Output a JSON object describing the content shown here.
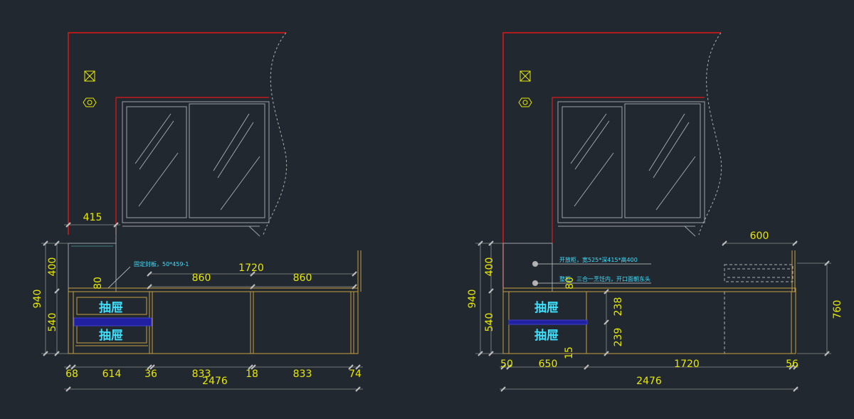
{
  "colors": {
    "background": "#212830",
    "wall": "#e01818",
    "cabinet": "#c8a040",
    "dimension": "#e8e800",
    "label": "#40e0ff",
    "glass": "#a0a0a8",
    "handle": "#2020a0",
    "dashed": "#b0b0b0",
    "extension": "#909090"
  },
  "icons": [
    "switch-icon",
    "socket-icon"
  ],
  "left": {
    "drawer_labels": [
      "抽屉",
      "抽屉"
    ],
    "note": "固定封板，50*459-1",
    "dims": {
      "top_width": "415",
      "span": "1720",
      "span_a": "860",
      "span_b": "860",
      "gap": "80",
      "h_total": "940",
      "h_upper": "400",
      "h_lower": "540",
      "bottom": [
        "68",
        "614",
        "36",
        "833",
        "18",
        "833",
        "74"
      ],
      "total": "2476"
    }
  },
  "right": {
    "drawer_labels": [
      "抽屉",
      "抽屉"
    ],
    "note_1": "开放柜，宽525*深415*高400",
    "note_2": "整柜，三合一烹饪内，开口面朝东头",
    "dims": {
      "top_width": "600",
      "gap": "80",
      "h_total": "940",
      "h_upper": "400",
      "h_lower": "540",
      "h_side": "760",
      "drawer_a": "238",
      "drawer_b": "239",
      "small": "15",
      "bottom": [
        "50",
        "650",
        "1720",
        "56"
      ],
      "total": "2476"
    }
  }
}
